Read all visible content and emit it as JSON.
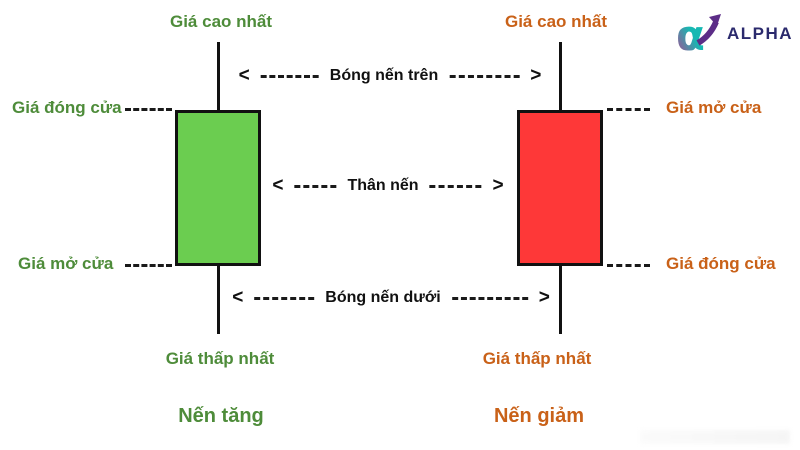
{
  "diagram_type": "candlestick-anatomy",
  "logo": {
    "text": "ALPHA",
    "brand_colors": {
      "teal": "#16b8b2",
      "magenta": "#c03a90",
      "purple": "#5c2d87",
      "text": "#2b2a6d"
    }
  },
  "icons": {
    "arrow_left": "<",
    "arrow_right": ">",
    "alpha_glyph": "α"
  },
  "annotations": {
    "upper_shadow": "Bóng nến trên",
    "body": "Thân nến",
    "lower_shadow": "Bóng nến dưới"
  },
  "left_candle": {
    "type": "bullish",
    "body_color": "#6bcd50",
    "text_color": "#4e8c3a",
    "top_label": "Giá cao nhất",
    "close_label": "Giá đóng cửa",
    "open_label": "Giá mở cửa",
    "bottom_label": "Giá thấp nhất",
    "caption": "Nến tăng"
  },
  "right_candle": {
    "type": "bearish",
    "body_color": "#fe3838",
    "text_color": "#c96118",
    "top_label": "Giá cao nhất",
    "open_label": "Giá mở cửa",
    "close_label": "Giá đóng cửa",
    "bottom_label": "Giá thấp nhất",
    "caption": "Nến giảm"
  }
}
